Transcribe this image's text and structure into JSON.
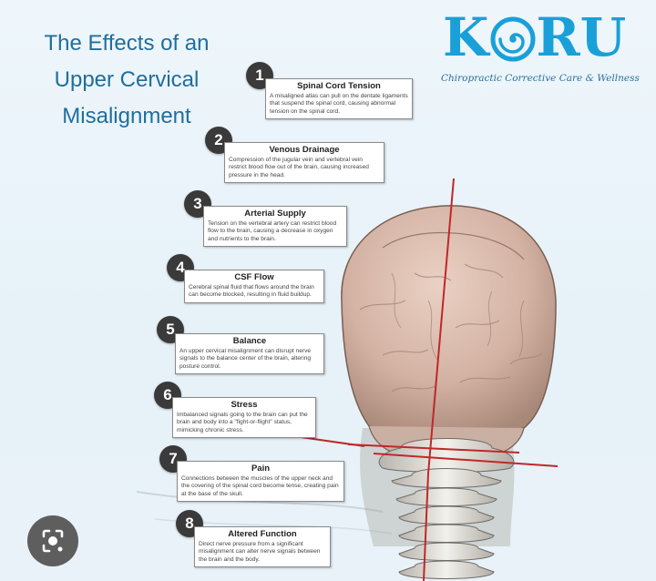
{
  "title": "The Effects of an Upper Cervical Misalignment",
  "logo": {
    "text_k": "K",
    "text_ru": "RU",
    "tagline": "Chiropractic Corrective Care & Wellness"
  },
  "items": [
    {
      "num": "1",
      "heading": "Spinal Cord Tension",
      "desc": "A misaligned atlas can pull on the dentate ligaments that suspend the spinal cord, causing abnormal tension on the spinal cord."
    },
    {
      "num": "2",
      "heading": "Venous Drainage",
      "desc": "Compression of the jugular vein and vertebral vein restrict blood flow out of the brain, causing increased pressure in the head."
    },
    {
      "num": "3",
      "heading": "Arterial Supply",
      "desc": "Tension on the vertebral artery can restrict blood flow to the brain, causing a decrease in oxygen and nutrients to the brain."
    },
    {
      "num": "4",
      "heading": "CSF Flow",
      "desc": "Cerebral spinal fluid that flows around the brain can become blocked, resulting in fluid buildup."
    },
    {
      "num": "5",
      "heading": "Balance",
      "desc": "An upper cervical misalignment can disrupt nerve signals to the balance center of the brain, altering posture control."
    },
    {
      "num": "6",
      "heading": "Stress",
      "desc": "Imbalanced signals going to the brain can put the brain and body into a \"fight-or-flight\" status, mimicking chronic stress."
    },
    {
      "num": "7",
      "heading": "Pain",
      "desc": "Connections between the muscles of the upper neck and the covering of the spinal cord become tense, creating pain at the base of the skull."
    },
    {
      "num": "8",
      "heading": "Altered Function",
      "desc": "Direct nerve pressure from a significant misalignment can alter nerve signals between the brain and the body."
    }
  ],
  "colors": {
    "title": "#1f6e9e",
    "logo": "#1aa0d8",
    "badge": "#3a3a3a",
    "axis_line": "#c0282a"
  },
  "icons": {
    "lens": "lens-search-icon"
  }
}
